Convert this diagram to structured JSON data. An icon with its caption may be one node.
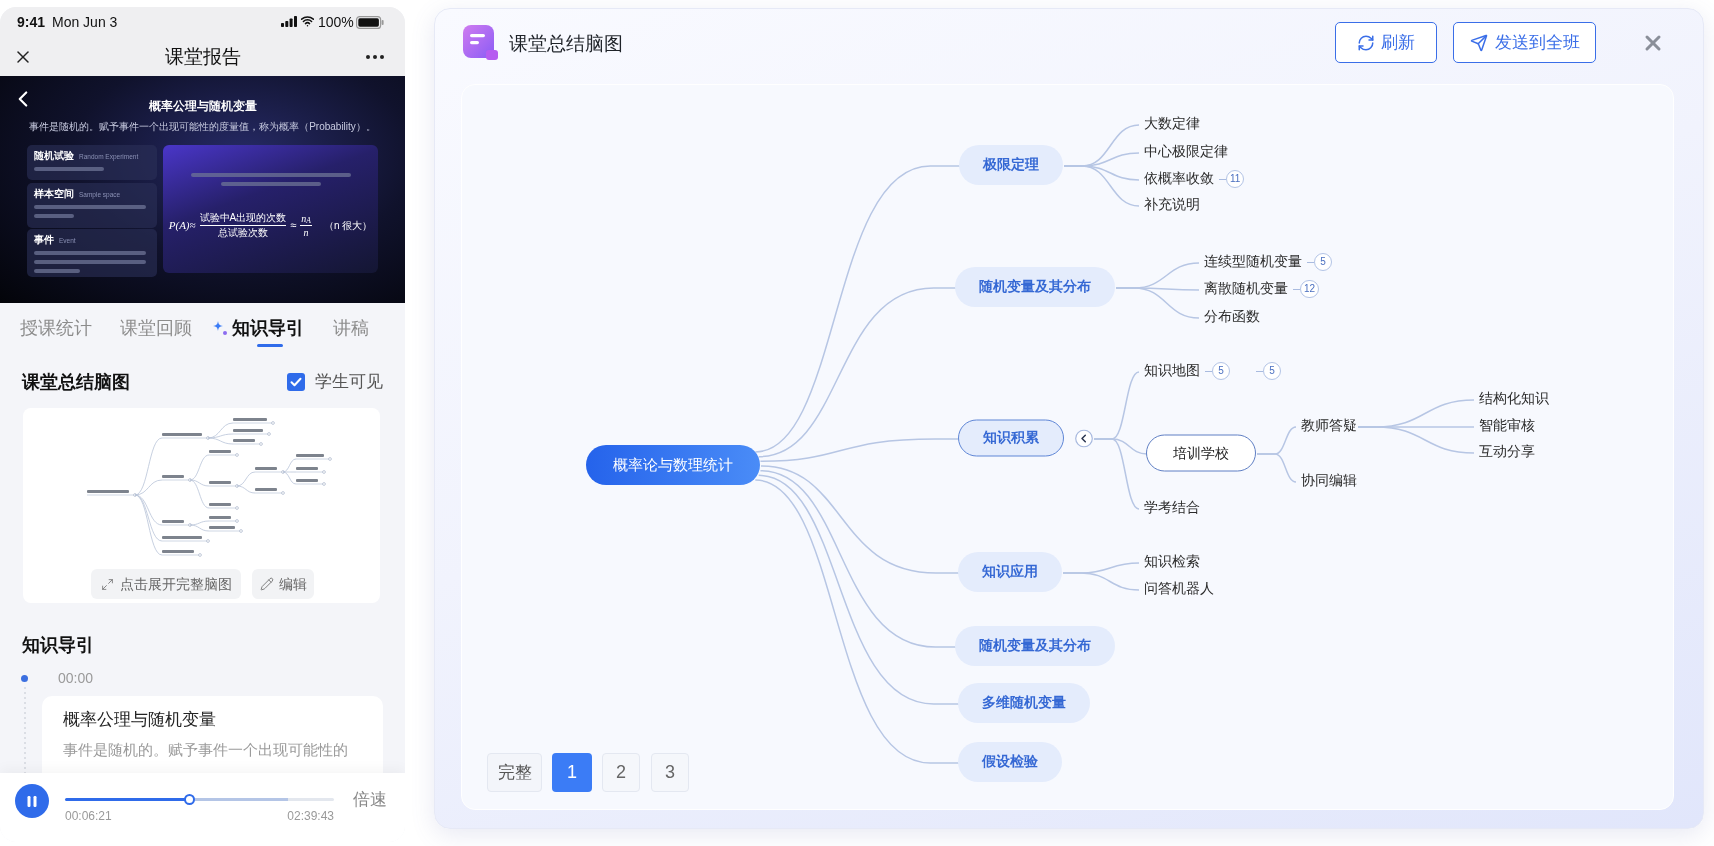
{
  "diagram": {
    "title": "课堂总结脑图",
    "nodes": [
      {
        "text": [
          "概率论与数理统计"
        ]
      },
      {
        "text": [
          "极限定理"
        ]
      },
      {
        "text": [
          "大数定律"
        ]
      },
      {
        "text": [
          "中心极限定律"
        ]
      },
      {
        "text": [
          "依概率收敛"
        ],
        "beside": [
          "11"
        ]
      },
      {
        "text": [
          "补充说明"
        ]
      },
      {
        "text": [
          "随机变量及其分布"
        ]
      },
      {
        "text": [
          "连续型随机变量"
        ],
        "beside": [
          "5"
        ]
      },
      {
        "text": [
          "离散随机变量"
        ],
        "beside": [
          "12"
        ]
      },
      {
        "text": [
          "分布函数"
        ]
      },
      {
        "text": [
          "知识积累"
        ]
      },
      {
        "text": [
          "知识地图"
        ],
        "beside": [
          "5"
        ]
      },
      {
        "text": [
          "培训学校"
        ]
      },
      {
        "text": [
          "教师答疑"
        ]
      },
      {
        "text": [
          "结构化知识"
        ]
      },
      {
        "text": [
          "智能审核"
        ]
      },
      {
        "text": [
          "互动分享"
        ]
      },
      {
        "text": [
          "协同编辑"
        ]
      },
      {
        "text": [
          "学考结合"
        ]
      },
      {
        "text": [
          "知识应用"
        ]
      },
      {
        "text": [
          "知识检索"
        ]
      },
      {
        "text": [
          "问答机器人"
        ]
      },
      {
        "text": [
          "随机变量及其分布"
        ]
      },
      {
        "text": [
          "多维随机变量"
        ]
      },
      {
        "text": [
          "假设检验"
        ]
      }
    ],
    "edges": [
      {
        "from": 0,
        "to": 1,
        "arrow": "none"
      },
      {
        "from": 0,
        "to": 6,
        "arrow": "none"
      },
      {
        "from": 0,
        "to": 10,
        "arrow": "none"
      },
      {
        "from": 0,
        "to": 19,
        "arrow": "none"
      },
      {
        "from": 0,
        "to": 22,
        "arrow": "none"
      },
      {
        "from": 0,
        "to": 23,
        "arrow": "none"
      },
      {
        "from": 0,
        "to": 24,
        "arrow": "none"
      },
      {
        "from": 1,
        "to": 2,
        "arrow": "none"
      },
      {
        "from": 1,
        "to": 3,
        "arrow": "none"
      },
      {
        "from": 1,
        "to": 4,
        "arrow": "none"
      },
      {
        "from": 1,
        "to": 5,
        "arrow": "none"
      },
      {
        "from": 6,
        "to": 7,
        "arrow": "none"
      },
      {
        "from": 6,
        "to": 8,
        "arrow": "none"
      },
      {
        "from": 6,
        "to": 9,
        "arrow": "none"
      },
      {
        "from": 10,
        "to": 11,
        "arrow": "none"
      },
      {
        "from": 10,
        "to": 12,
        "arrow": "none"
      },
      {
        "from": 10,
        "to": 18,
        "arrow": "none"
      },
      {
        "from": 12,
        "to": 13,
        "arrow": "none"
      },
      {
        "from": 12,
        "to": 17,
        "arrow": "none"
      },
      {
        "from": 13,
        "to": 14,
        "arrow": "none"
      },
      {
        "from": 13,
        "to": 15,
        "arrow": "none"
      },
      {
        "from": 13,
        "to": 16,
        "arrow": "none"
      },
      {
        "from": 19,
        "to": 20,
        "arrow": "none"
      },
      {
        "from": 19,
        "to": 21,
        "arrow": "none"
      }
    ],
    "labels": [
      "9:41",
      "Mon Jun 3",
      "100%",
      "课堂报告",
      "概率公理与随机变量",
      "事件是随机的。赋予事件一个出现可能性的度量值，称为概率（Probability）。",
      "随机试验",
      "Random Experiment",
      "样本空间",
      "Sample space",
      "事件",
      "Event",
      "P(A)≈",
      "试验中A出现的次数",
      "总试验次数",
      "≈",
      "n$_{A}$",
      "n",
      "（n 很大）",
      "授课统计",
      "课堂回顾",
      "知识导引",
      "讲稿",
      "课堂总结脑图",
      "学生可见",
      "点击展开完整脑图",
      "编辑",
      "知识导引",
      "00:00",
      "概率公理与随机变量",
      "事件是随机的。赋予事件一个出现可能性的",
      "00:06:21",
      "02:39:43",
      "倍速",
      "刷新",
      "发送到全班",
      "5",
      "完整",
      "1",
      "2",
      "3"
    ]
  }
}
